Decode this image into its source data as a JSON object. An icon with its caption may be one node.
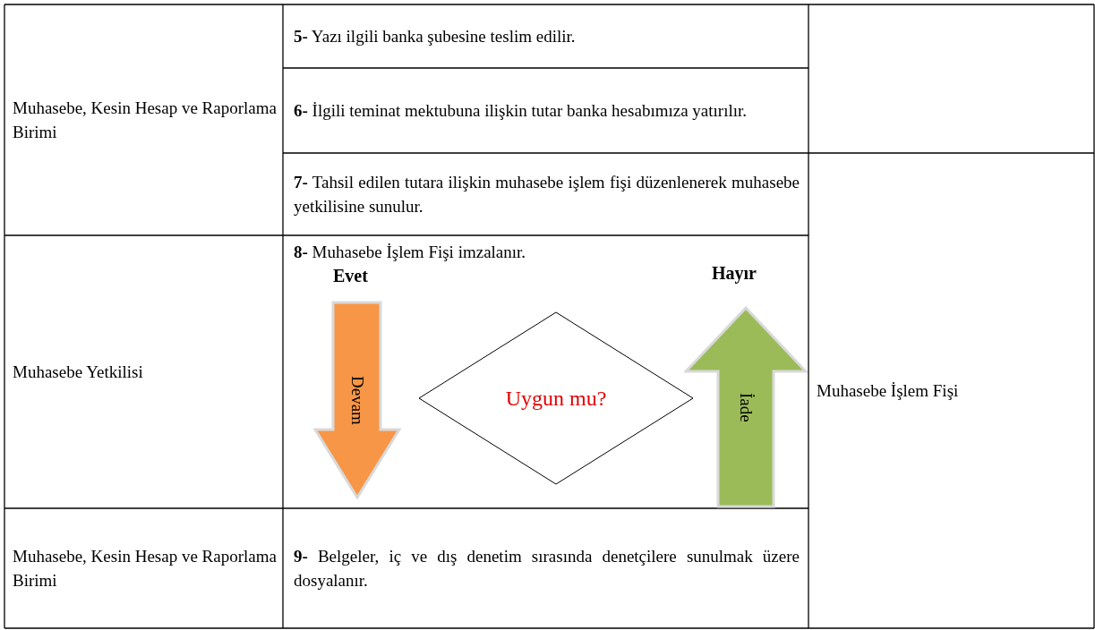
{
  "diagram": {
    "nodes": [
      {
        "text": [
          "Devam"
        ],
        "beside": [
          "Evet"
        ]
      },
      {
        "text": [
          "Uygun mu?"
        ]
      },
      {
        "text": [
          "İade"
        ],
        "beside": [
          "Hayır"
        ]
      }
    ],
    "labels": [
      "Muhasebe, Kesin Hesap ve Raporlama Birimi",
      "**5-** Yazı ilgili banka şubesine teslim edilir.",
      "**6-** İlgili teminat mektubuna ilişkin tutar banka hesabımıza yatırılır.",
      "**7-** Tahsil edilen tutara ilişkin muhasebe işlem fişi düzenlenerek muhasebe yetkilisine sunulur.",
      "Muhasebe İşlem Fişi",
      "Muhasebe Yetkilisi",
      "**8-** Muhasebe İşlem Fişi imzalanır.",
      "Muhasebe, Kesin Hesap ve Raporlama Birimi",
      "**9-** Belgeler, iç ve dış denetim sırasında denetçilere sunulmak üzere dosyalanır."
    ]
  }
}
